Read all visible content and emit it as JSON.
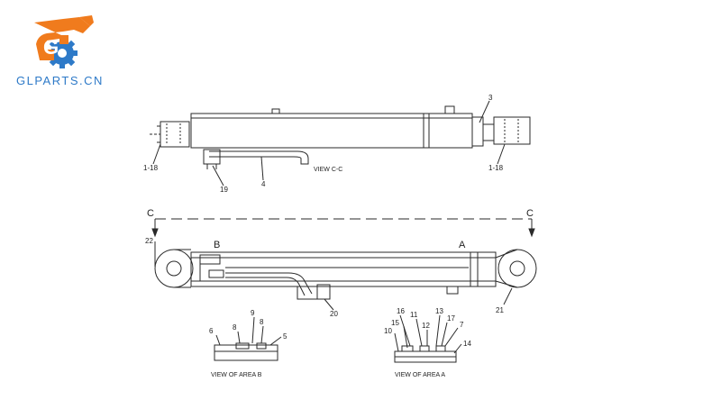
{
  "logo": {
    "text": "GLPARTS.CN",
    "mark_letter": "G",
    "colors": {
      "mark": "#f07b1d",
      "gear": "#2e7ac8",
      "text": "#2e7ac8"
    }
  },
  "view_cc": {
    "title": "VIEW C-C",
    "labels": {
      "left_part": "1-18",
      "right_part": "1-18",
      "item3": "3",
      "item19": "19",
      "item4": "4"
    }
  },
  "main_view": {
    "section_left": "C",
    "section_right": "C",
    "area_a": "A",
    "area_b": "B",
    "labels": {
      "item22": "22",
      "item20": "20",
      "item21": "21"
    }
  },
  "area_b": {
    "title": "VIEW OF AREA B",
    "labels": {
      "i6": "6",
      "i8a": "8",
      "i9": "9",
      "i8b": "8",
      "i5": "5"
    }
  },
  "area_a": {
    "title": "VIEW OF AREA A",
    "labels": {
      "i16": "16",
      "i11": "11",
      "i15": "15",
      "i10": "10",
      "i12": "12",
      "i13": "13",
      "i17": "17",
      "i7": "7",
      "i14": "14"
    }
  },
  "line_color": "#2a2a2a"
}
